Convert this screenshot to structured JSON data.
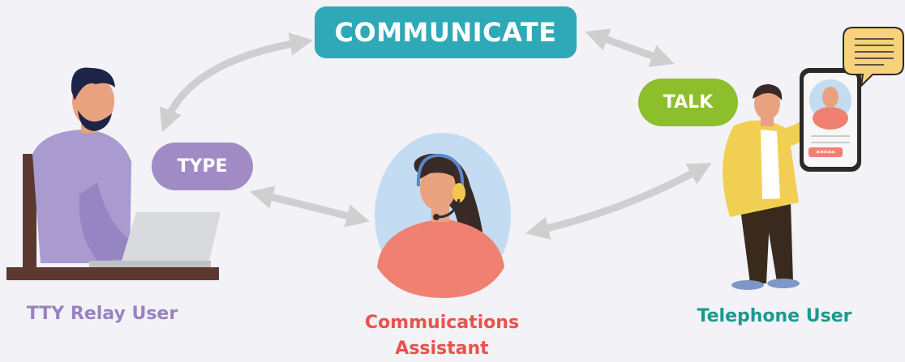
{
  "labels": {
    "communicate": "COMMUNICATE",
    "talk": "TALK",
    "type": "TYPE"
  },
  "captions": {
    "tty_user": "TTY Relay User",
    "assistant_line1": "Commuications",
    "assistant_line2": "Assistant",
    "telephone_user": "Telephone User"
  },
  "phone_rating": "*****",
  "colors": {
    "communicate_pill": "#2fa9b8",
    "talk_pill": "#8dbf2c",
    "type_pill": "#a08bc5",
    "tty_caption": "#9a82c0",
    "assistant_caption": "#e8524b",
    "telephone_caption": "#1a9a8e",
    "arrow": "#cfcfcf"
  }
}
